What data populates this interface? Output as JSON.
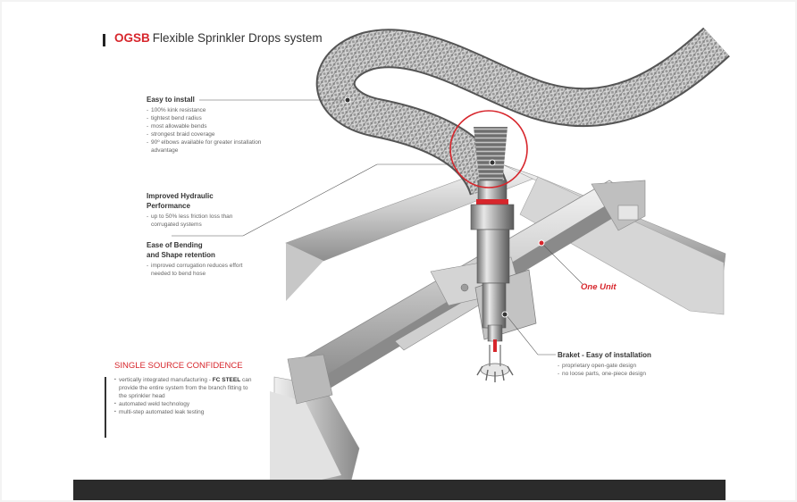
{
  "title": {
    "brand": "OGSB",
    "text": "Flexible Sprinkler Drops system"
  },
  "easy_install": {
    "heading": "Easy to install",
    "items": [
      "100% kink resistance",
      "tightest bend radius",
      "most allowable bends",
      "strongest braid coverage",
      "90º elbows available for greater installation advantage"
    ]
  },
  "hydraulic": {
    "heading_line1": "Improved Hydraulic",
    "heading_line2": "Performance",
    "items": [
      "up to 50% less friction loss than corrugated systems"
    ]
  },
  "bending": {
    "heading_line1": "Ease of Bending",
    "heading_line2": "and Shape retention",
    "items": [
      "improved corrugation reduces effort needed to bend hose"
    ]
  },
  "one_unit": "One Unit",
  "bracket": {
    "heading": "Braket - Easy of installation",
    "items": [
      "proprietary open-gate design",
      "no loose parts, one-piece design"
    ]
  },
  "single_source": {
    "heading": "SINGLE SOURCE CONFIDENCE",
    "item1_pre": "vertically integrated manufacturing -",
    "item1_brand": "FC STEEL",
    "item1_post": "can provide the entire system from the branch fitting to the sprinkler head",
    "item2": "automated weld technology",
    "item3": "multi-step automated leak testing"
  },
  "colors": {
    "accent": "#d7262c",
    "footer": "#2b2b2b"
  },
  "icons": [
    "braided-hose-illustration",
    "sprinkler-head-illustration",
    "ceiling-grid-illustration"
  ]
}
